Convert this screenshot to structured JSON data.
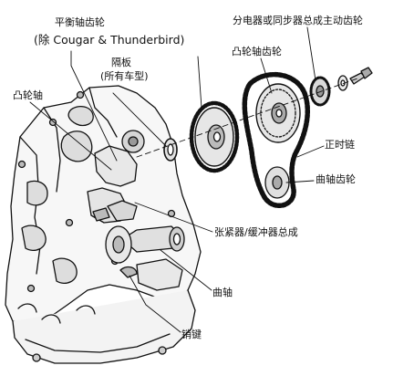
{
  "labels": {
    "balance_shaft_gear": "平衡轴齿轮",
    "balance_shaft_note": "(除 Cougar & Thunderbird)",
    "spacer": "隔板",
    "spacer_note": "(所有车型)",
    "camshaft": "凸轮轴",
    "distributor_gear": "分电器或同步器总成主动齿轮",
    "camshaft_sprocket": "凸轮轴齿轮",
    "timing_chain": "正时链",
    "crankshaft_sprocket": "曲轴齿轮",
    "tensioner": "张紧器/缓冲器总成",
    "crankshaft": "曲轴",
    "key": "销键"
  }
}
